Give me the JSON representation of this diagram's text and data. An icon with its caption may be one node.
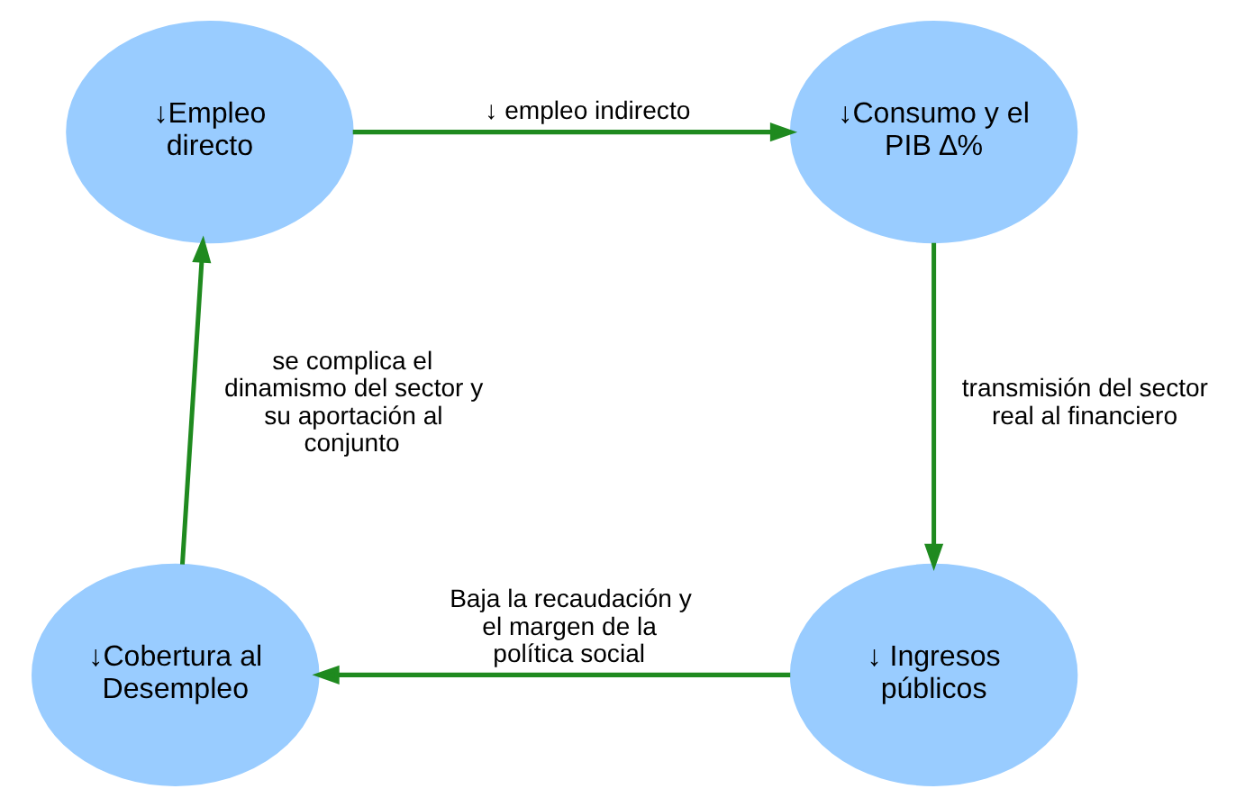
{
  "diagram": {
    "nodes": [
      {
        "text": [
          "↓Empleo directo"
        ]
      },
      {
        "text": [
          "↓Consumo y el PIB ∆%"
        ]
      },
      {
        "text": [
          "↓Cobertura al Desempleo"
        ]
      },
      {
        "text": [
          "↓ Ingresos públicos"
        ]
      }
    ],
    "edges": [
      {
        "from": 0,
        "to": 1,
        "arrow": "to",
        "label": "↓ empleo indirecto"
      },
      {
        "from": 1,
        "to": 3,
        "arrow": "to",
        "label": "transmisión del sector real al financiero"
      },
      {
        "from": 3,
        "to": 2,
        "arrow": "to",
        "label": "Baja la recaudación y el margen de la política social"
      },
      {
        "from": 2,
        "to": 0,
        "arrow": "to",
        "label": "se complica el dinamismo del sector y su aportación al conjunto"
      }
    ]
  }
}
